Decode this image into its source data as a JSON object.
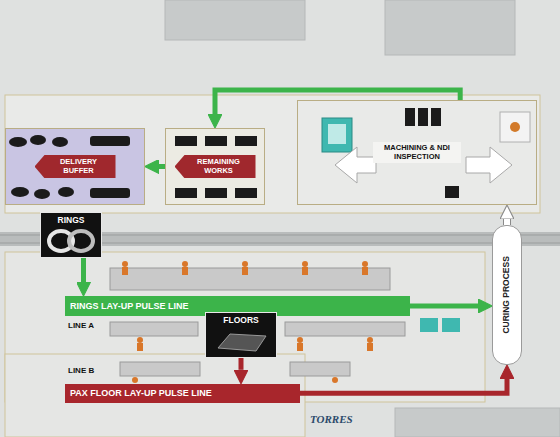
{
  "diagram": {
    "nodes": [
      {
        "text": [
          "DELIVERY BUFFER"
        ]
      },
      {
        "text": [
          "REMAINING WORKS"
        ]
      },
      {
        "text": [
          "MACHINING & NDI INSPECTION"
        ]
      },
      {
        "text": [
          "RINGS"
        ]
      },
      {
        "text": [
          "RINGS LAY-UP PULSE LINE"
        ]
      },
      {
        "text": [
          "CURING PROCESS"
        ]
      },
      {
        "text": [
          "FLOORS"
        ]
      },
      {
        "text": [
          "PAX FLOOR LAY-UP PULSE LINE"
        ]
      }
    ],
    "edges": [
      {
        "from": 3,
        "to": 4,
        "arrow": "to"
      },
      {
        "from": 6,
        "to": 7,
        "arrow": "to"
      },
      {
        "from": 4,
        "to": 5,
        "arrow": "to"
      },
      {
        "from": 7,
        "to": 5,
        "arrow": "to"
      },
      {
        "from": 5,
        "to": 2,
        "arrow": "to"
      },
      {
        "from": 2,
        "to": 1,
        "arrow": "to"
      },
      {
        "from": 1,
        "to": 0,
        "arrow": "to"
      }
    ],
    "labels": [
      "LINE A",
      "LINE B",
      "TORRES"
    ]
  }
}
